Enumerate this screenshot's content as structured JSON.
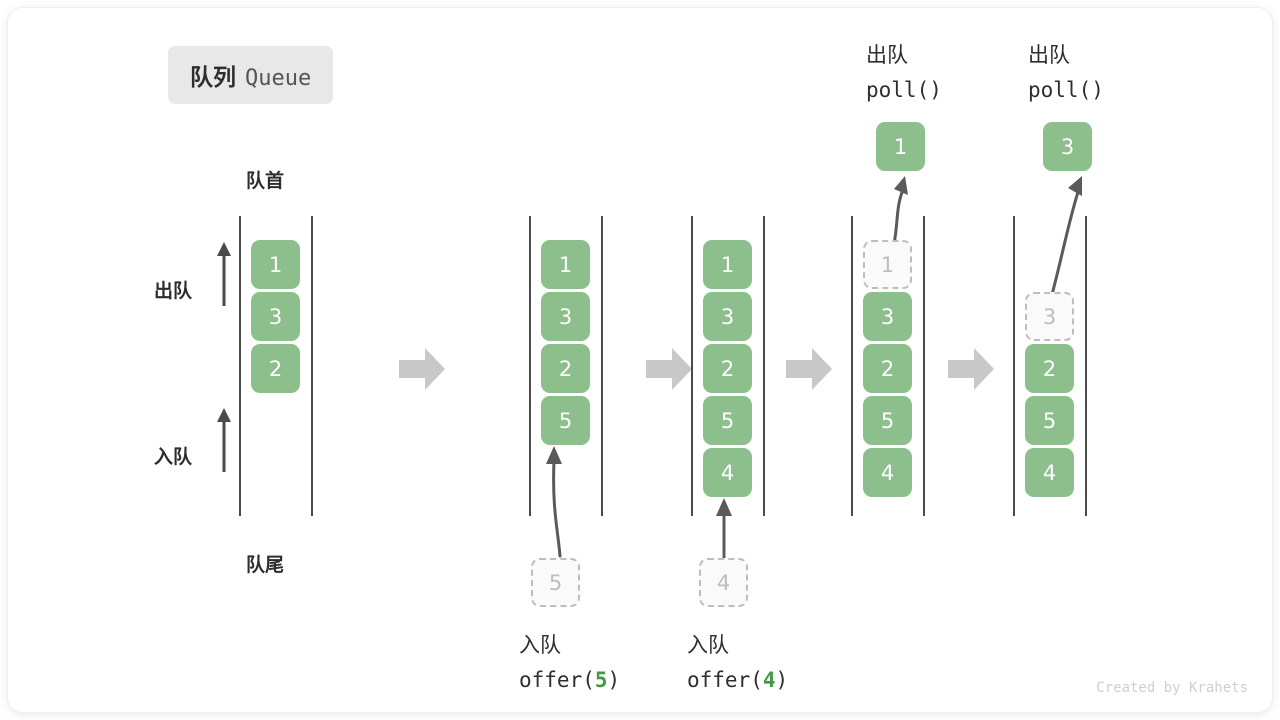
{
  "card": {
    "title_cn": "队列",
    "title_en": "Queue",
    "credit": "Created by Krahets"
  },
  "labels": {
    "head": "队首",
    "tail": "队尾",
    "dequeue": "出队",
    "enqueue": "入队",
    "poll_cn": "出队",
    "poll_fn": "poll()",
    "offer_cn": "入队"
  },
  "colors": {
    "cell_fill": "#8cbf8c",
    "cell_text": "#ffffff",
    "ghost_border": "#bdbdbd",
    "ghost_text": "#bdbdbd",
    "rail": "#4a4a4a",
    "step_arrow": "#c8c8c8",
    "accent_green": "#429945",
    "badge_bg": "#e8e8e8",
    "credit": "#cfcfcf"
  },
  "columns": [
    {
      "id": "initial",
      "cells": [
        {
          "value": "1",
          "state": "filled"
        },
        {
          "value": "3",
          "state": "filled"
        },
        {
          "value": "2",
          "state": "filled"
        }
      ]
    },
    {
      "id": "after-offer-5",
      "cells": [
        {
          "value": "1",
          "state": "filled"
        },
        {
          "value": "3",
          "state": "filled"
        },
        {
          "value": "2",
          "state": "filled"
        },
        {
          "value": "5",
          "state": "filled"
        }
      ]
    },
    {
      "id": "after-offer-4",
      "cells": [
        {
          "value": "1",
          "state": "filled"
        },
        {
          "value": "3",
          "state": "filled"
        },
        {
          "value": "2",
          "state": "filled"
        },
        {
          "value": "5",
          "state": "filled"
        },
        {
          "value": "4",
          "state": "filled"
        }
      ]
    },
    {
      "id": "poll-1",
      "cells": [
        {
          "value": "1",
          "state": "ghost"
        },
        {
          "value": "3",
          "state": "filled"
        },
        {
          "value": "2",
          "state": "filled"
        },
        {
          "value": "5",
          "state": "filled"
        },
        {
          "value": "4",
          "state": "filled"
        }
      ]
    },
    {
      "id": "poll-3",
      "cells": [
        {
          "value": "",
          "state": "empty"
        },
        {
          "value": "3",
          "state": "ghost"
        },
        {
          "value": "2",
          "state": "filled"
        },
        {
          "value": "5",
          "state": "filled"
        },
        {
          "value": "4",
          "state": "filled"
        }
      ]
    }
  ],
  "operations": {
    "offer_5": {
      "ghost_value": "5",
      "caption_cn": "入队",
      "caption_fn_pre": "offer(",
      "caption_fn_arg": "5",
      "caption_fn_post": ")"
    },
    "offer_4": {
      "ghost_value": "4",
      "caption_cn": "入队",
      "caption_fn_pre": "offer(",
      "caption_fn_arg": "4",
      "caption_fn_post": ")"
    },
    "poll_1": {
      "caption_cn": "出队",
      "caption_fn": "poll()",
      "out_value": "1"
    },
    "poll_3": {
      "caption_cn": "出队",
      "caption_fn": "poll()",
      "out_value": "3"
    }
  }
}
